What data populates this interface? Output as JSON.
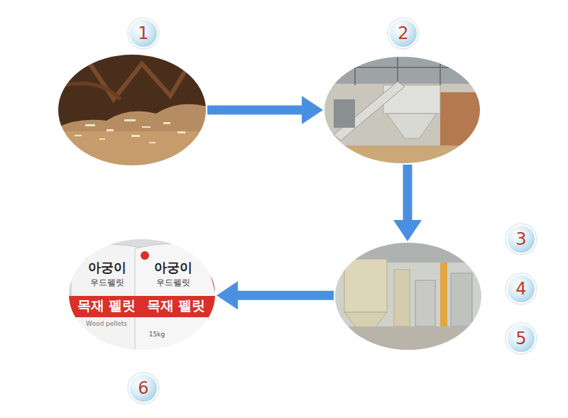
{
  "diagram": {
    "nodes": [
      {
        "text": [
          "1"
        ]
      },
      {
        "text": [
          "2"
        ]
      },
      {
        "text": [
          "3",
          "4",
          "5"
        ]
      },
      {
        "text": [
          "6"
        ]
      }
    ],
    "edges": [
      {
        "from": 0,
        "to": 1,
        "arrow": "to"
      },
      {
        "from": 1,
        "to": 2,
        "arrow": "to"
      },
      {
        "from": 2,
        "to": 3,
        "arrow": "to"
      }
    ],
    "labels": [
      "아궁이",
      "우드펠릿",
      "목재 펠릿",
      "아궁이",
      "우드펠릿",
      "목재 펠릿",
      "Wood pellets",
      "15kg"
    ]
  }
}
